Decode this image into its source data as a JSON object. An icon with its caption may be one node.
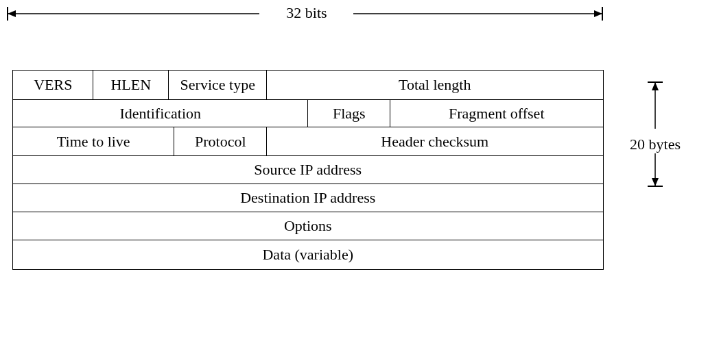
{
  "diagram": {
    "labels": [
      "32 bits",
      "VERS",
      "HLEN",
      "Service type",
      "Total length",
      "Identification",
      "Flags",
      "Fragment offset",
      "Time to live",
      "Protocol",
      "Header checksum",
      "Source IP address",
      "Destination IP address",
      "Options",
      "Data (variable)",
      "20 bytes"
    ]
  }
}
